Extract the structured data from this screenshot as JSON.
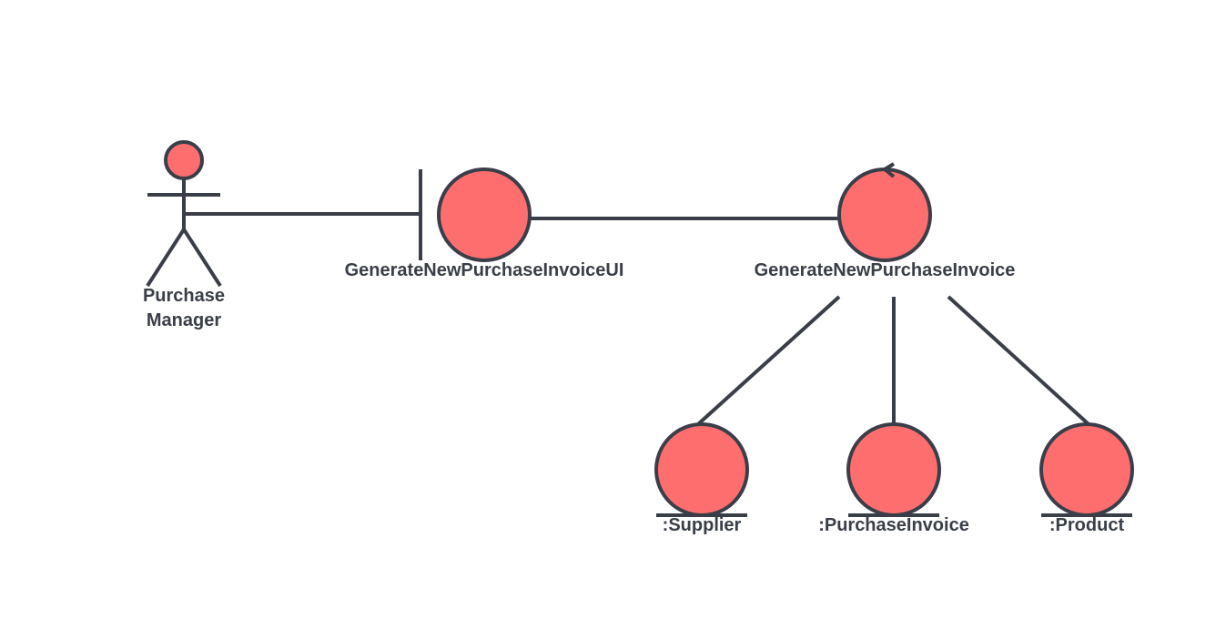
{
  "colors": {
    "node_fill": "#ff6e6e",
    "stroke": "#3a3e48",
    "background": "#ffffff"
  },
  "actor": {
    "name_line1": "Purchase",
    "name_line2": "Manager"
  },
  "boundary": {
    "name": "GenerateNewPurchaseInvoiceUI"
  },
  "control": {
    "name": "GenerateNewPurchaseInvoice"
  },
  "entities": [
    {
      "name": ":Supplier"
    },
    {
      "name": ":PurchaseInvoice"
    },
    {
      "name": ":Product"
    }
  ]
}
